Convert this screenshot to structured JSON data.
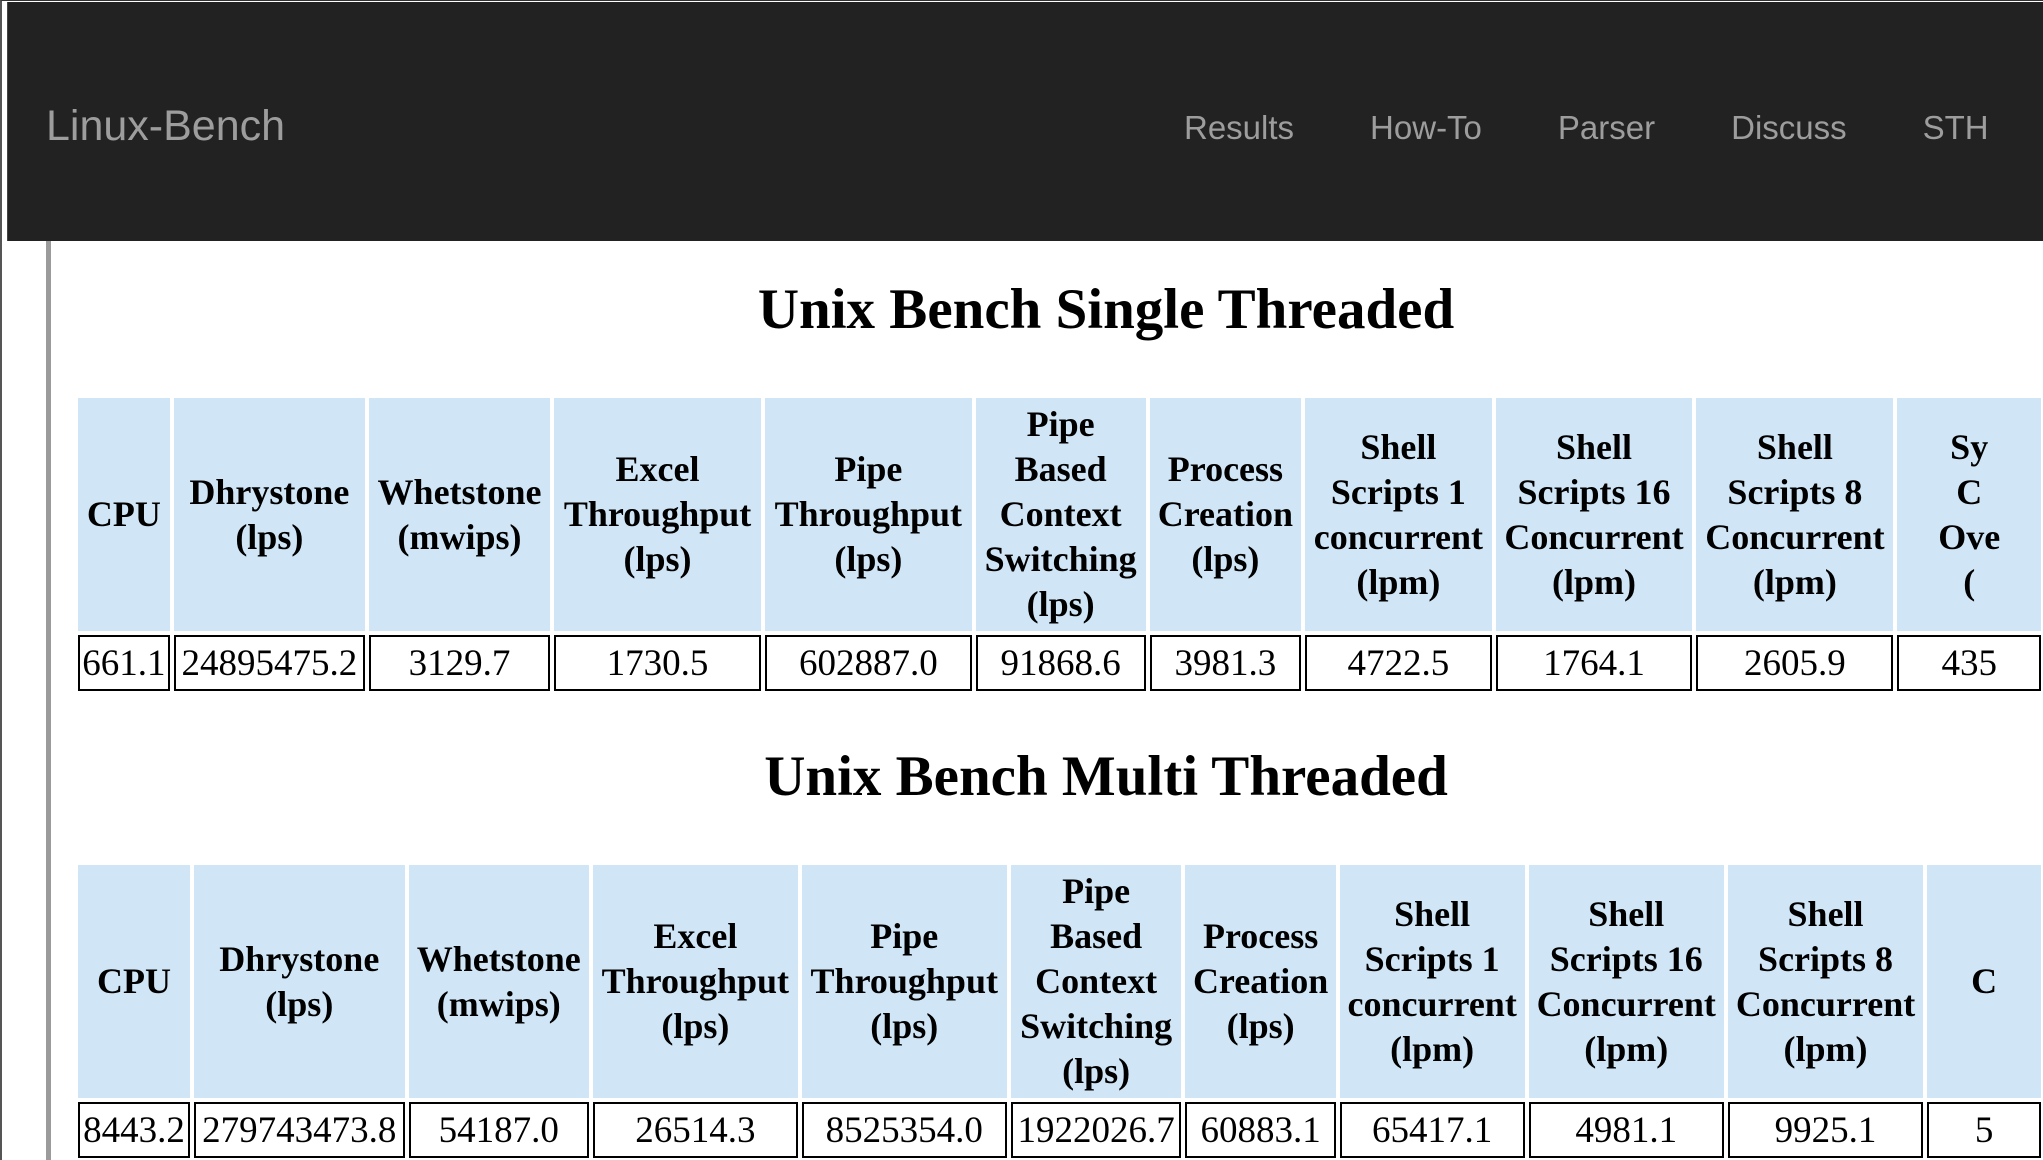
{
  "navbar": {
    "brand": "Linux-Bench",
    "links": [
      "Results",
      "How-To",
      "Parser",
      "Discuss",
      "STH"
    ]
  },
  "single": {
    "title": "Unix Bench Single Threaded",
    "headers": [
      [
        "CPU"
      ],
      [
        "Dhrystone",
        "(lps)"
      ],
      [
        "Whetstone",
        "(mwips)"
      ],
      [
        "Excel",
        "Throughput",
        "(lps)"
      ],
      [
        "Pipe",
        "Throughput",
        "(lps)"
      ],
      [
        "Pipe",
        "Based",
        "Context",
        "Switching",
        "(lps)"
      ],
      [
        "Process",
        "Creation",
        "(lps)"
      ],
      [
        "Shell",
        "Scripts 1",
        "concurrent",
        "(lpm)"
      ],
      [
        "Shell",
        "Scripts 16",
        "Concurrent",
        "(lpm)"
      ],
      [
        "Shell",
        "Scripts 8",
        "Concurrent",
        "(lpm)"
      ],
      [
        "Sy",
        "C",
        "Ove",
        "("
      ]
    ],
    "values": [
      "661.1",
      "24895475.2",
      "3129.7",
      "1730.5",
      "602887.0",
      "91868.6",
      "3981.3",
      "4722.5",
      "1764.1",
      "2605.9",
      "435"
    ]
  },
  "multi": {
    "title": "Unix Bench Multi Threaded",
    "headers": [
      [
        "CPU"
      ],
      [
        "Dhrystone",
        "(lps)"
      ],
      [
        "Whetstone",
        "(mwips)"
      ],
      [
        "Excel",
        "Throughput",
        "(lps)"
      ],
      [
        "Pipe",
        "Throughput",
        "(lps)"
      ],
      [
        "Pipe",
        "Based",
        "Context",
        "Switching",
        "(lps)"
      ],
      [
        "Process",
        "Creation",
        "(lps)"
      ],
      [
        "Shell",
        "Scripts 1",
        "concurrent",
        "(lpm)"
      ],
      [
        "Shell",
        "Scripts 16",
        "Concurrent",
        "(lpm)"
      ],
      [
        "Shell",
        "Scripts 8",
        "Concurrent",
        "(lpm)"
      ],
      [
        "C"
      ]
    ],
    "values": [
      "8443.2",
      "279743473.8",
      "54187.0",
      "26514.3",
      "8525354.0",
      "1922026.7",
      "60883.1",
      "65417.1",
      "4981.1",
      "9925.1",
      "5"
    ]
  }
}
